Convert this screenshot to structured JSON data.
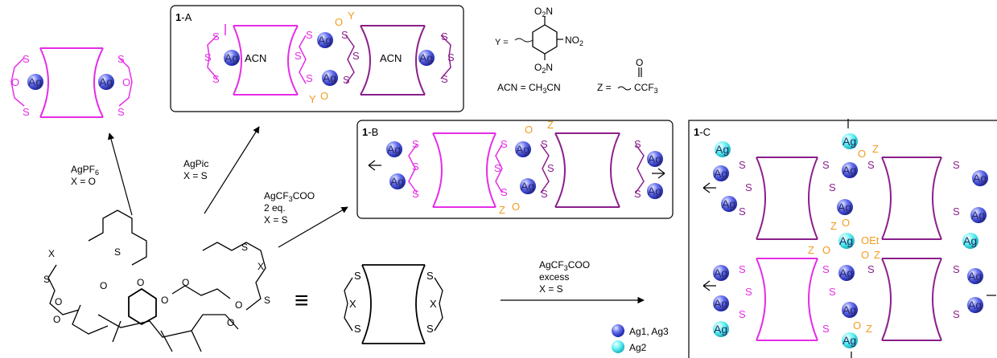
{
  "colors": {
    "magenta": "#e62de6",
    "purple": "#8b1f8b",
    "orange": "#f39a1f",
    "agBlue": "#3f49d6",
    "agCyan": "#38e1e6",
    "black": "#000000"
  },
  "labels": {
    "ag": "Ag",
    "s": "S",
    "o": "O",
    "x": "X",
    "acn": "ACN",
    "y": "Y",
    "z": "Z",
    "oet": "OEt",
    "equiv": "≡"
  },
  "boxes": {
    "a": {
      "num": "1",
      "suffix": "-A"
    },
    "b": {
      "num": "1",
      "suffix": "-B"
    },
    "c": {
      "num": "1",
      "suffix": "-C"
    }
  },
  "legend": {
    "y_eq": "Y =",
    "no2": "NO",
    "sub2": "2",
    "o2n": "O",
    "acn_def": "ACN = CH",
    "acn_sub": "3",
    "acn_tail": "CN",
    "z_eq": "Z =",
    "o": "O",
    "cf3": "CCF",
    "cf3_sub": "3"
  },
  "arrows": {
    "pf6_reagent": "AgPF",
    "pf6_sub": "6",
    "pf6_cond": "X = O",
    "pic_reagent": "AgPic",
    "pic_cond": "X = S",
    "tfa_reagent": "AgCF",
    "tfa_sub": "3",
    "tfa_tail": "COO",
    "tfa_eq": "2 eq.",
    "tfa_cond": "X = S",
    "ex_reagent": "AgCF",
    "ex_sub": "3",
    "ex_tail": "COO",
    "ex_eq": "excess",
    "ex_cond": "X = S"
  },
  "key": {
    "ag13": "Ag1, Ag3",
    "ag2": "Ag2"
  }
}
